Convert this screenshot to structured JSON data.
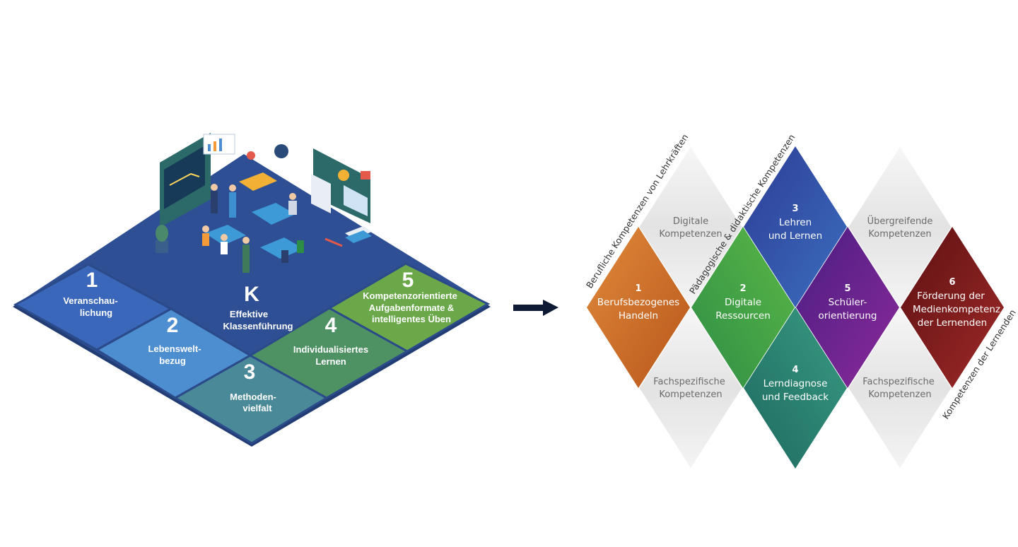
{
  "left": {
    "tiles": [
      {
        "num": "1",
        "label_lines": [
          "Veranschau-",
          "lichung"
        ],
        "color": "#3a67b9"
      },
      {
        "num": "2",
        "label_lines": [
          "Lebenswelt-",
          "bezug"
        ],
        "color": "#4d8ed0"
      },
      {
        "num": "3",
        "label_lines": [
          "Methoden-",
          "vielfalt"
        ],
        "color": "#4a8a98"
      },
      {
        "num": "4",
        "label_lines": [
          "Individualisiertes",
          "Lernen"
        ],
        "color": "#4e9163"
      },
      {
        "num": "5",
        "label_lines": [
          "Kompetenzorientierte",
          "Aufgabenformate &",
          "intelligentes Üben"
        ],
        "color": "#6aa84a"
      }
    ],
    "center": {
      "letter": "K",
      "label_lines": [
        "Effektive",
        "Klassenführung"
      ],
      "color": "#344f8f"
    }
  },
  "arrow_icon": "right-arrow-icon",
  "right": {
    "colored": [
      {
        "num": "1",
        "lines": [
          "Berufsbezogenes",
          "Handeln"
        ],
        "colors": [
          "#e08a3c",
          "#b8561a"
        ]
      },
      {
        "num": "2",
        "lines": [
          "Digitale",
          "Ressourcen"
        ],
        "colors": [
          "#2e8d45",
          "#5bb847"
        ]
      },
      {
        "num": "3",
        "lines": [
          "Lehren",
          "und Lernen"
        ],
        "colors": [
          "#2d3d96",
          "#3b6ebf"
        ]
      },
      {
        "num": "4",
        "lines": [
          "Lerndiagnose",
          "und Feedback"
        ],
        "colors": [
          "#1d6a60",
          "#3a9a82"
        ]
      },
      {
        "num": "5",
        "lines": [
          "Schüler-",
          "orientierung"
        ],
        "colors": [
          "#4a1e82",
          "#8b2a99"
        ]
      },
      {
        "num": "6",
        "lines": [
          "Förderung der",
          "Medienkompetenz",
          "der Lernenden"
        ],
        "colors": [
          "#5e1012",
          "#9e2a28"
        ]
      }
    ],
    "grey": [
      {
        "lines": [
          "Digitale",
          "Kompetenzen"
        ]
      },
      {
        "lines": [
          "Übergreifende",
          "Kompetenzen"
        ]
      },
      {
        "lines": [
          "Fachspezifische",
          "Kompetenzen"
        ]
      },
      {
        "lines": [
          "Fachspezifische",
          "Kompetenzen"
        ]
      }
    ],
    "side_labels": [
      "Berufliche Kompetenzen von Lehrkräften",
      "Pädagogische & didaktische Kompetenzen",
      "Kompetenzen der Lernenden"
    ]
  }
}
